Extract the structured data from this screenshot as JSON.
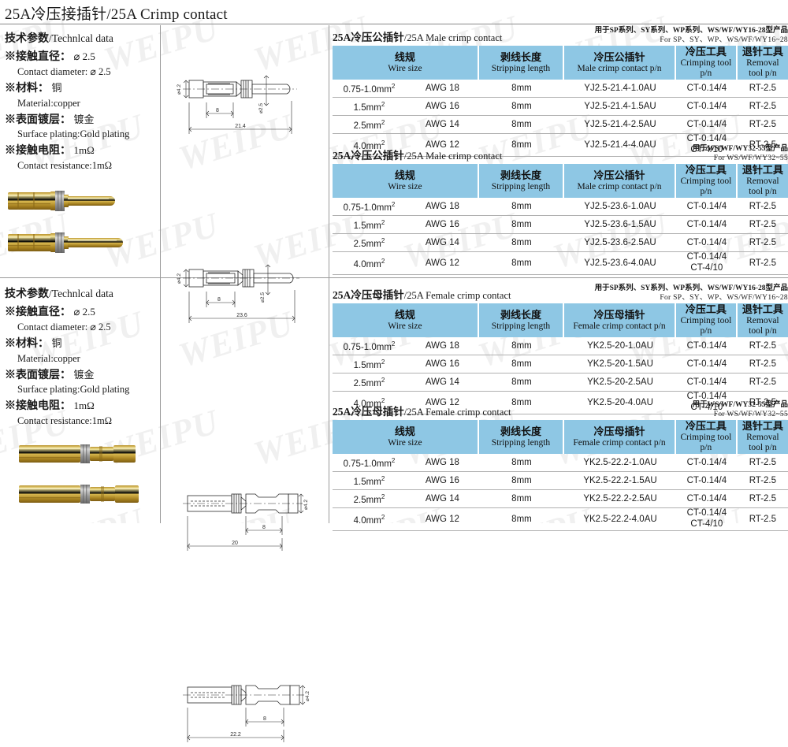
{
  "page": {
    "title": "25A冷压接插针/25A Crimp contact",
    "watermark": "WEIPU"
  },
  "spec": {
    "title_cn": "技术参数",
    "title_sep": "/",
    "title_en": "Technlcal data",
    "items": [
      {
        "cn": "※接触直径：",
        "cn_val": "⌀ 2.5",
        "en": "Contact diameter:  ⌀ 2.5"
      },
      {
        "cn": "※材料：",
        "cn_val": "铜",
        "en": "Material:copper"
      },
      {
        "cn": "※表面镀层：",
        "cn_val": "镀金",
        "en": "Surface plating:Gold plating"
      },
      {
        "cn": "※接触电阻：",
        "cn_val": "1mΩ",
        "en": "Contact resistance:1mΩ"
      }
    ]
  },
  "drawings": [
    {
      "name": "male-21-4",
      "dim_overall": "21.4",
      "dim_strip": "8",
      "dia_big": "⌀4.2",
      "dia_small": "⌀2.5"
    },
    {
      "name": "male-23-6",
      "dim_overall": "23.6",
      "dim_strip": "8",
      "dia_big": "⌀4.2",
      "dia_small": "⌀2.5"
    },
    {
      "name": "female-20",
      "dim_overall": "20",
      "dim_strip": "8",
      "dia_big": "⌀4.2",
      "dia_small": ""
    },
    {
      "name": "female-22-2",
      "dim_overall": "22.2",
      "dim_strip": "8",
      "dia_big": "⌀4.2",
      "dia_small": ""
    }
  ],
  "tables": [
    {
      "title_cn": "25A冷压公插针",
      "title_en": "/25A Male crimp contact",
      "note_cn": "用于SP系列、SY系列、WP系列、WS/WF/WY16-28型产品",
      "note_en": "For SP、SY、WP、WS/WF/WY16~28",
      "headers": [
        {
          "cn": "线规",
          "en": "Wire size"
        },
        {
          "cn": "",
          "en": ""
        },
        {
          "cn": "剥线长度",
          "en": "Stripping  length"
        },
        {
          "cn": "冷压公插针",
          "en": "Male crimp contact p/n"
        },
        {
          "cn": "冷压工具",
          "en": "Crimping tool p/n"
        },
        {
          "cn": "退针工具",
          "en": "Removal tool p/n"
        }
      ],
      "rows": [
        {
          "size": "0.75-1.0mm",
          "sup": "2",
          "awg": "AWG 18",
          "strip": "8mm",
          "pn": "YJ2.5-21.4-1.0AU",
          "tool": "CT-0.14/4",
          "tool2": "",
          "removal": "RT-2.5"
        },
        {
          "size": "1.5mm",
          "sup": "2",
          "awg": "AWG 16",
          "strip": "8mm",
          "pn": "YJ2.5-21.4-1.5AU",
          "tool": "CT-0.14/4",
          "tool2": "",
          "removal": "RT-2.5"
        },
        {
          "size": "2.5mm",
          "sup": "2",
          "awg": "AWG 14",
          "strip": "8mm",
          "pn": "YJ2.5-21.4-2.5AU",
          "tool": "CT-0.14/4",
          "tool2": "",
          "removal": "RT-2.5"
        },
        {
          "size": "4.0mm",
          "sup": "2",
          "awg": "AWG 12",
          "strip": "8mm",
          "pn": "YJ2.5-21.4-4.0AU",
          "tool": "CT-0.14/4",
          "tool2": "CT-4/10",
          "removal": "RT-2.5"
        }
      ]
    },
    {
      "title_cn": "25A冷压公插针",
      "title_en": "/25A Male crimp contact",
      "note_cn": "用于WS/WF/WY32-55型产品",
      "note_en": "For WS/WF/WY32~55",
      "headers": [
        {
          "cn": "线规",
          "en": "Wire size"
        },
        {
          "cn": "",
          "en": ""
        },
        {
          "cn": "剥线长度",
          "en": "Stripping  length"
        },
        {
          "cn": "冷压公插针",
          "en": "Male crimp contact p/n"
        },
        {
          "cn": "冷压工具",
          "en": "Crimping tool p/n"
        },
        {
          "cn": "退针工具",
          "en": "Removal tool p/n"
        }
      ],
      "rows": [
        {
          "size": "0.75-1.0mm",
          "sup": "2",
          "awg": "AWG 18",
          "strip": "8mm",
          "pn": "YJ2.5-23.6-1.0AU",
          "tool": "CT-0.14/4",
          "tool2": "",
          "removal": "RT-2.5"
        },
        {
          "size": "1.5mm",
          "sup": "2",
          "awg": "AWG 16",
          "strip": "8mm",
          "pn": "YJ2.5-23.6-1.5AU",
          "tool": "CT-0.14/4",
          "tool2": "",
          "removal": "RT-2.5"
        },
        {
          "size": "2.5mm",
          "sup": "2",
          "awg": "AWG 14",
          "strip": "8mm",
          "pn": "YJ2.5-23.6-2.5AU",
          "tool": "CT-0.14/4",
          "tool2": "",
          "removal": "RT-2.5"
        },
        {
          "size": "4.0mm",
          "sup": "2",
          "awg": "AWG 12",
          "strip": "8mm",
          "pn": "YJ2.5-23.6-4.0AU",
          "tool": "CT-0.14/4",
          "tool2": "CT-4/10",
          "removal": "RT-2.5"
        }
      ]
    },
    {
      "title_cn": "25A冷压母插针",
      "title_en": "/25A Female crimp contact",
      "note_cn": "用于SP系列、SY系列、WP系列、WS/WF/WY16-28型产品",
      "note_en": "For SP、SY、WP、WS/WF/WY16~28",
      "headers": [
        {
          "cn": "线规",
          "en": "Wire size"
        },
        {
          "cn": "",
          "en": ""
        },
        {
          "cn": "剥线长度",
          "en": "Stripping  length"
        },
        {
          "cn": "冷压母插针",
          "en": "Female crimp contact p/n"
        },
        {
          "cn": "冷压工具",
          "en": "Crimping tool p/n"
        },
        {
          "cn": "退针工具",
          "en": "Removal tool p/n"
        }
      ],
      "rows": [
        {
          "size": "0.75-1.0mm",
          "sup": "2",
          "awg": "AWG 18",
          "strip": "8mm",
          "pn": "YK2.5-20-1.0AU",
          "tool": "CT-0.14/4",
          "tool2": "",
          "removal": "RT-2.5"
        },
        {
          "size": "1.5mm",
          "sup": "2",
          "awg": "AWG 16",
          "strip": "8mm",
          "pn": "YK2.5-20-1.5AU",
          "tool": "CT-0.14/4",
          "tool2": "",
          "removal": "RT-2.5"
        },
        {
          "size": "2.5mm",
          "sup": "2",
          "awg": "AWG 14",
          "strip": "8mm",
          "pn": "YK2.5-20-2.5AU",
          "tool": "CT-0.14/4",
          "tool2": "",
          "removal": "RT-2.5"
        },
        {
          "size": "4.0mm",
          "sup": "2",
          "awg": "AWG 12",
          "strip": "8mm",
          "pn": "YK2.5-20-4.0AU",
          "tool": "CT-0.14/4",
          "tool2": "CT-4/10",
          "removal": "RT-2.5"
        }
      ]
    },
    {
      "title_cn": "25A冷压母插针",
      "title_en": "/25A Female crimp contact",
      "note_cn": "用于WS/WF/WY32-55型产品",
      "note_en": "For WS/WF/WY32~55",
      "headers": [
        {
          "cn": "线规",
          "en": "Wire size"
        },
        {
          "cn": "",
          "en": ""
        },
        {
          "cn": "剥线长度",
          "en": "Stripping  length"
        },
        {
          "cn": "冷压母插针",
          "en": "Female crimp contact p/n"
        },
        {
          "cn": "冷压工具",
          "en": "Crimping tool p/n"
        },
        {
          "cn": "退针工具",
          "en": "Removal tool p/n"
        }
      ],
      "rows": [
        {
          "size": "0.75-1.0mm",
          "sup": "2",
          "awg": "AWG 18",
          "strip": "8mm",
          "pn": "YK2.5-22.2-1.0AU",
          "tool": "CT-0.14/4",
          "tool2": "",
          "removal": "RT-2.5"
        },
        {
          "size": "1.5mm",
          "sup": "2",
          "awg": "AWG 16",
          "strip": "8mm",
          "pn": "YK2.5-22.2-1.5AU",
          "tool": "CT-0.14/4",
          "tool2": "",
          "removal": "RT-2.5"
        },
        {
          "size": "2.5mm",
          "sup": "2",
          "awg": "AWG 14",
          "strip": "8mm",
          "pn": "YK2.5-22.2-2.5AU",
          "tool": "CT-0.14/4",
          "tool2": "",
          "removal": "RT-2.5"
        },
        {
          "size": "4.0mm",
          "sup": "2",
          "awg": "AWG 12",
          "strip": "8mm",
          "pn": "YK2.5-22.2-4.0AU",
          "tool": "CT-0.14/4",
          "tool2": "CT-4/10",
          "removal": "RT-2.5"
        }
      ]
    }
  ],
  "colors": {
    "header_blue": "#8ec7e4",
    "rule_gray": "#b0b0b0",
    "gold_light": "#f0dc8c",
    "gold_mid": "#d4ae4a",
    "gold_dark": "#9c7a1e",
    "steel": "#8e8e8e"
  }
}
